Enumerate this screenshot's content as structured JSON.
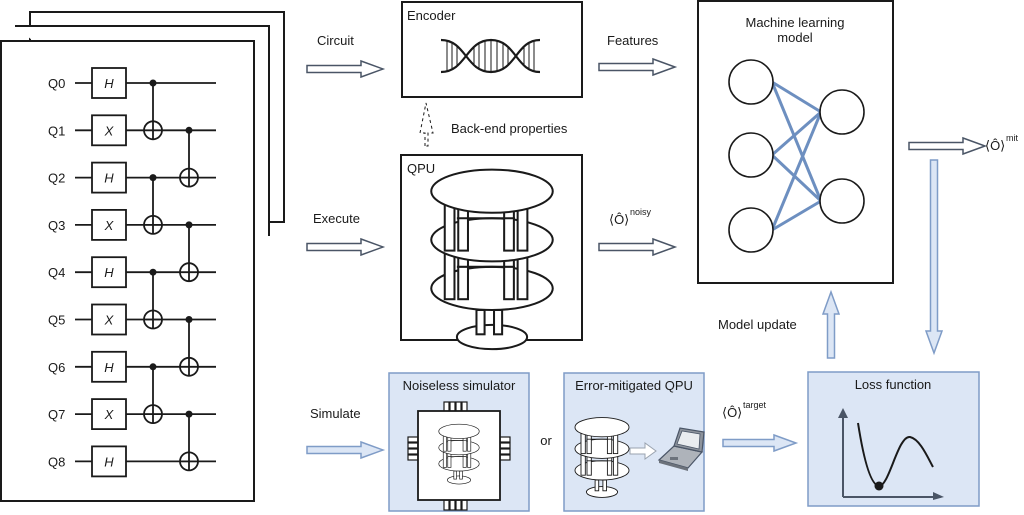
{
  "circuit": {
    "qubits": [
      "Q0",
      "Q1",
      "Q2",
      "Q3",
      "Q4",
      "Q5",
      "Q6",
      "Q7",
      "Q8"
    ],
    "gates": [
      "H",
      "X",
      "H",
      "X",
      "H",
      "X",
      "H",
      "X",
      "H"
    ],
    "cnots_layer1": [
      [
        0,
        1
      ],
      [
        2,
        3
      ],
      [
        4,
        5
      ],
      [
        6,
        7
      ]
    ],
    "cnots_layer2": [
      [
        1,
        2
      ],
      [
        3,
        4
      ],
      [
        5,
        6
      ],
      [
        7,
        8
      ]
    ],
    "stack_pages": 3
  },
  "arrows": {
    "circuit": "Circuit",
    "execute": "Execute",
    "simulate": "Simulate",
    "features": "Features",
    "backend": "Back-end properties",
    "model_update": "Model update",
    "or": "or"
  },
  "observables": {
    "symbol": "⟨Ô⟩",
    "noisy": "noisy",
    "mit": "mit",
    "target": "target"
  },
  "boxes": {
    "encoder": "Encoder",
    "qpu": "QPU",
    "ml_model_line1": "Machine learning",
    "ml_model_line2": "model",
    "noiseless": "Noiseless simulator",
    "error_mitigated": "Error-mitigated QPU",
    "loss": "Loss function"
  },
  "neural_net": {
    "inputs": 3,
    "outputs": 2
  },
  "colors": {
    "line": "#1a1a1a",
    "blue_stroke": "#7f9cc7",
    "blue_fill": "#dce6f5",
    "nn_edge": "#6d8fc0",
    "arrow_outline": "#4a5566"
  }
}
